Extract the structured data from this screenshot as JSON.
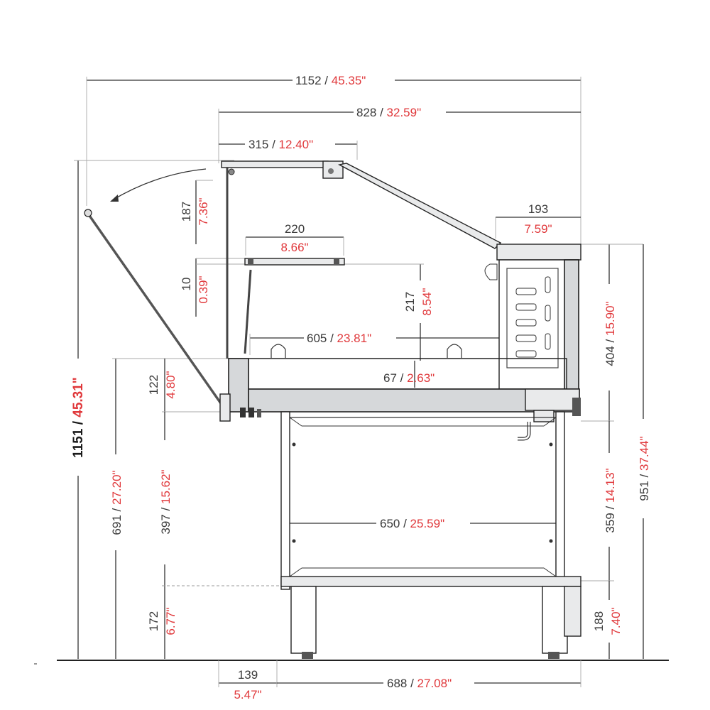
{
  "dimensions": {
    "overall_width": {
      "mm": "1152",
      "in": "45.35\""
    },
    "top_width": {
      "mm": "828",
      "in": "32.59\""
    },
    "glass_top": {
      "mm": "315",
      "in": "12.40\""
    },
    "shelf_width": {
      "mm": "220",
      "in": "8.66\""
    },
    "unit_width": {
      "mm": "193",
      "in": "7.59\""
    },
    "glass_height": {
      "mm": "187",
      "in": "7.36\""
    },
    "shelf_gap": {
      "mm": "10",
      "in": "0.39\""
    },
    "shelf_height": {
      "mm": "217",
      "in": "8.54\""
    },
    "inner_depth": {
      "mm": "605",
      "in": "23.81\""
    },
    "tray_depth": {
      "mm": "67",
      "in": "2.63\""
    },
    "front_height": {
      "mm": "122",
      "in": "4.80\""
    },
    "overall_height": {
      "mm": "1151",
      "in": "45.31\""
    },
    "counter_height": {
      "mm": "691",
      "in": "27.20\""
    },
    "base_height": {
      "mm": "397",
      "in": "15.62\""
    },
    "foot_height": {
      "mm": "172",
      "in": "6.77\""
    },
    "top_unit_height": {
      "mm": "404",
      "in": "15.90\""
    },
    "total_height": {
      "mm": "951",
      "in": "37.44\""
    },
    "cabinet_height": {
      "mm": "359",
      "in": "14.13\""
    },
    "rear_foot_height": {
      "mm": "188",
      "in": "7.40\""
    },
    "cabinet_width": {
      "mm": "650",
      "in": "25.59\""
    },
    "front_offset": {
      "mm": "139",
      "in": "5.47\""
    },
    "base_width": {
      "mm": "688",
      "in": "27.08\""
    }
  },
  "separator": " / "
}
